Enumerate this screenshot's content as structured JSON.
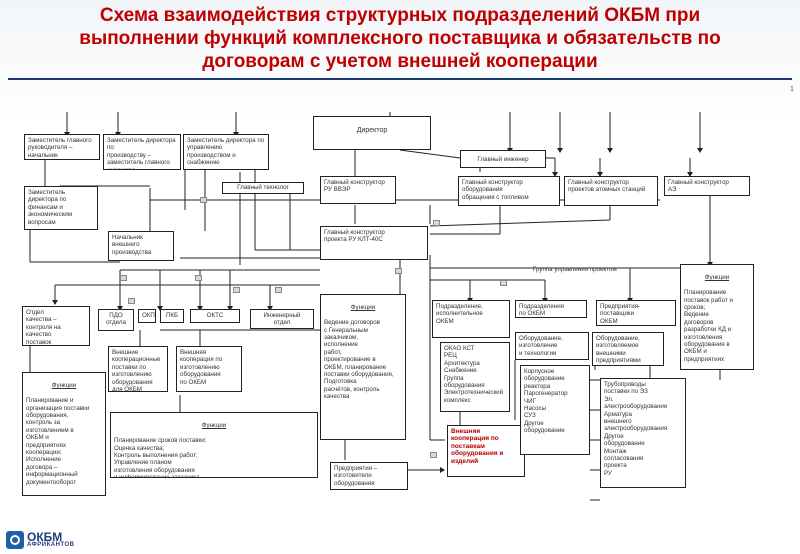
{
  "title": "Схема взаимодействия структурных подразделений ОКБМ при выполнении функций комплексного поставщика и обязательств по договорам с учетом внешней кооперации",
  "page_mark": "1",
  "logo": {
    "main": "ОКБМ",
    "sub": "АФРИКАНТОВ"
  },
  "boxes": {
    "director": "Директор",
    "chief_engineer": "Главный инженер",
    "box_top1": "Заместитель главного руководителя –\nначальник\nСлужбы качества",
    "box_top2": "Заместитель директора по\nпроизводству –\nзаместитель главного\nинженера",
    "box_top3": "Заместитель директора по\nуправлению\nпроизводством и снабжению",
    "box_deputy_finance": "Заместитель\nдиректора по\nфинансам и\nэкономическим\nвопросам",
    "chief_tech": "Главный технолог",
    "chief_designer_ru": "Главный конструктор\nРУ ВВЭР",
    "chief_designer_bn": "Главный конструктор\nоборудования\nобращения с топливом",
    "chief_designer_fuel": "Главный конструктор\nпроектов атомных станций",
    "chief_designer_az": "Главный конструктор\nАЭ",
    "chief_main_project": "Главный конструктор\nпроекта РУ КЛТ-40С",
    "head_external": "Начальник\nвнешнего производства",
    "group_management": "Группа управления проектом",
    "dept_ck": "Отдел\nкачества –\nконтроля на\nкачество\nпоставок",
    "dept_pdo": "ПДО\nотдела",
    "dept_okp": "ОКП",
    "dept_pkb": "ПКБ",
    "dept_okts": "ОКТС",
    "dept_drawing": "Инженерный\nотдел",
    "functions_left_title": "Функции",
    "functions_left": "Планирование и\nорганизация поставки\nоборудования,\nконтроль за\nизготовлением в\nОКБМ и\nпредприятиях\nкооперации;\nИсполнение\nдоговора –\nинформационный\nдокументооборот",
    "box_ext_coop1": "Внешние\nкооперационные\nпоставки по\nизготовлению\nоборудования\nдля ОКБМ",
    "box_ext_coop2": "Внешняя\nкооперация по\nизготовлению\nоборудования\nпо ОКБМ",
    "functions_mid_title": "Функции",
    "functions_mid": "Планирование сроков поставки;\nОценка качества;\nКонтроль выполнения работ;\nУправление планом\nизготовления оборудования\nи информирование заказчика",
    "funcs_center_title": "Функции",
    "funcs_center": "Ведение договоров\nс Генеральным\nзаказчиком,\nисполнение\nработ,\nпроектирование в\nОКБМ, планирование\nпоставки оборудования,\nПодготовка\nрасчётов, контроль\nкачества",
    "dept_supply": "Подразделение,\nисполнительное\nОКБМ",
    "dept_list": "ОКАО КСТ\nРЕЦ\nАрхитектура\nСнабжение\nГруппа\nоборудования\nЭлектротехнический\nкомплекс",
    "ext_coop_red": "Внешняя\nкооперация по\nпоставкам\nоборудования и\nизделий",
    "box_supplier": "Предприятия –\nизготовители\nоборудования",
    "okb_customer": "Подразделения\nпо ОКБМ",
    "equip_group": "Оборудование,\nизготовление\nи технологии",
    "equip_list": "Корпусное\nоборудование\nреактора\nПарогенератор\nЧИГ\nНасосы\nСУЗ\nДругое\nоборудование",
    "right_supplier": "Предприятия-\nпоставщики\nОКБМ",
    "right_equip": "Оборудование,\nизготовляемое\nвнешними\nпредприятиями",
    "right_list": "Трубопроводы\nпоставки по ЭЗ\nЭл.\nэлектрооборудование\nАрматура\nвнешнего\nэлектрооборудования\nДругое\nоборудование\nМонтаж\nсогласования\nпроекта\nРУ",
    "functions_right_title": "Функции",
    "functions_right": "Планирование\nпоставок работ и\nсроков;\nВедение\nдоговоров\nразработки КД и\nизготовления\nоборудования в\nОКБМ и\nпредприятиях"
  }
}
